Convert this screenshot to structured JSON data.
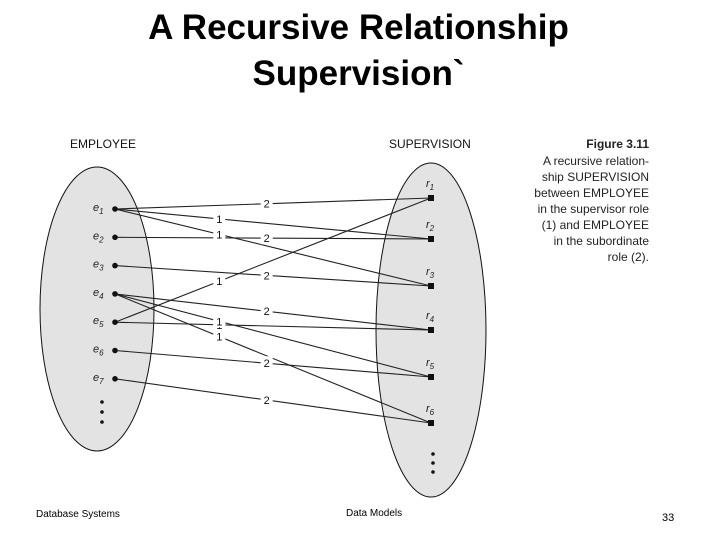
{
  "slide": {
    "title_line1": "A Recursive Relationship",
    "title_line2": "Supervision`",
    "footer_left": "Database Systems",
    "footer_center": "Data Models",
    "page_number": "33"
  },
  "figure": {
    "left_label": "EMPLOYEE",
    "right_label": "SUPERVISION",
    "caption_title": "Figure 3.11",
    "caption_lines": [
      "A recursive relation-",
      "ship SUPERVISION",
      "between EMPLOYEE",
      "in the supervisor role",
      "(1) and EMPLOYEE",
      "in the subordinate",
      "role (2)."
    ],
    "employees": [
      {
        "name": "e",
        "sub": "1"
      },
      {
        "name": "e",
        "sub": "2"
      },
      {
        "name": "e",
        "sub": "3"
      },
      {
        "name": "e",
        "sub": "4"
      },
      {
        "name": "e",
        "sub": "5"
      },
      {
        "name": "e",
        "sub": "6"
      },
      {
        "name": "e",
        "sub": "7"
      }
    ],
    "relationships": [
      {
        "name": "r",
        "sub": "1"
      },
      {
        "name": "r",
        "sub": "2"
      },
      {
        "name": "r",
        "sub": "3"
      },
      {
        "name": "r",
        "sub": "4"
      },
      {
        "name": "r",
        "sub": "5"
      },
      {
        "name": "r",
        "sub": "6"
      }
    ],
    "connections": [
      {
        "employee": 1,
        "relationship": 1,
        "role": "2"
      },
      {
        "employee": 5,
        "relationship": 1,
        "role": "1"
      },
      {
        "employee": 2,
        "relationship": 2,
        "role": "2"
      },
      {
        "employee": 1,
        "relationship": 2,
        "role": "1"
      },
      {
        "employee": 3,
        "relationship": 3,
        "role": "2"
      },
      {
        "employee": 1,
        "relationship": 3,
        "role": "1"
      },
      {
        "employee": 4,
        "relationship": 4,
        "role": "2"
      },
      {
        "employee": 5,
        "relationship": 4,
        "role": "1"
      },
      {
        "employee": 6,
        "relationship": 5,
        "role": "2"
      },
      {
        "employee": 4,
        "relationship": 5,
        "role": "1"
      },
      {
        "employee": 7,
        "relationship": 6,
        "role": "2"
      },
      {
        "employee": 4,
        "relationship": 6,
        "role": "1"
      }
    ]
  }
}
